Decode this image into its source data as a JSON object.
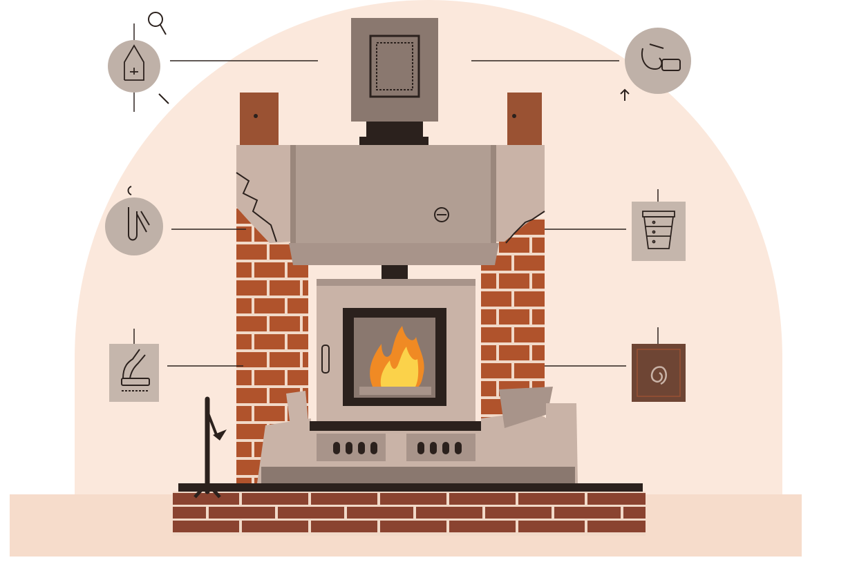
{
  "colors": {
    "background": "#ffffff",
    "arch": "#fbe8dc",
    "floor": "#f6dccb",
    "brick": "#b0532c",
    "mortar": "#f1d9c8",
    "stone_light": "#c9b3a7",
    "stone_mid": "#a8948a",
    "stone_dark": "#8a786f",
    "hood": "#b19e93",
    "hood_shade": "#9a877c",
    "dark": "#2b211d",
    "wood": "#9a5233",
    "hearth": "#8a4330",
    "fire_outer": "#f08a24",
    "fire_inner": "#fbd24a",
    "callout_circle": "#bfb1a8",
    "callout_square": "#c5b6ac",
    "callout_dark_square": "#6e4534",
    "leader_line": "#2b211d"
  },
  "callouts": [
    {
      "id": "top-left",
      "shape": "circle",
      "icon": "chimney-cap-icon"
    },
    {
      "id": "top-right",
      "shape": "circle",
      "icon": "tool-hook-icon"
    },
    {
      "id": "mid-left",
      "shape": "circle",
      "icon": "poker-tongs-icon"
    },
    {
      "id": "mid-right",
      "shape": "square",
      "icon": "wood-rack-icon"
    },
    {
      "id": "low-left",
      "shape": "square",
      "icon": "ash-bucket-icon"
    },
    {
      "id": "low-right",
      "shape": "square",
      "icon": "damper-dial-icon"
    }
  ]
}
